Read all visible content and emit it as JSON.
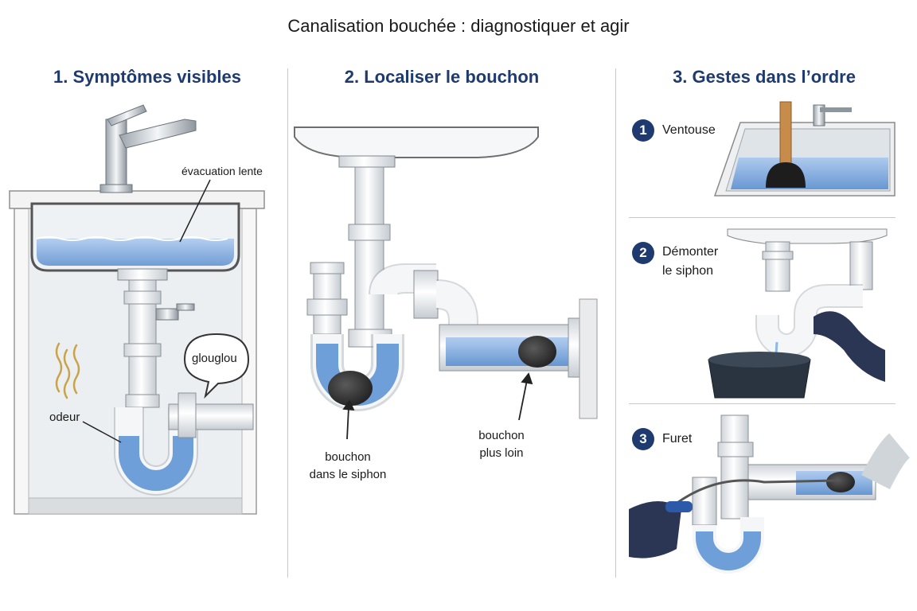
{
  "title": "Canalisation bouchée : diagnostiquer et agir",
  "colors": {
    "heading": "#1e3a6e",
    "water": "#6f9fd8",
    "pipe": "#eef0f2",
    "clog": "#333333"
  },
  "panel1": {
    "heading": "1. Symptômes visibles",
    "labels": {
      "slow_drain": "évacuation lente",
      "gurgle": "glouglou",
      "odor": "odeur"
    }
  },
  "panel2": {
    "heading": "2. Localiser le bouchon",
    "labels": {
      "clog_trap_line1": "bouchon",
      "clog_trap_line2": "dans le siphon",
      "clog_far_line1": "bouchon",
      "clog_far_line2": "plus loin"
    }
  },
  "panel3": {
    "heading": "3. Gestes dans l’ordre",
    "steps": [
      {
        "number": "1",
        "line1": "Ventouse",
        "line2": ""
      },
      {
        "number": "2",
        "line1": "Démonter",
        "line2": "le siphon"
      },
      {
        "number": "3",
        "line1": "Furet",
        "line2": ""
      }
    ]
  }
}
